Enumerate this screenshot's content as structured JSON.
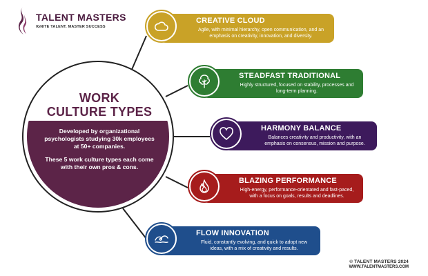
{
  "brand": {
    "name": "TALENT MASTERS",
    "tagline": "IGNITE TALENT. MASTER SUCCESS",
    "name_color": "#4a1a3e",
    "tagline_color": "#2a2a2a"
  },
  "center": {
    "title_line1": "WORK",
    "title_line2": "CULTURE TYPES",
    "paragraph1": "Developed by organizational psychologists studying 30k employees at 50+ companies.",
    "paragraph2": "These 5 work culture types each come with their own pros & cons.",
    "fill_color": "#5c2448",
    "title_color": "#5c2448"
  },
  "cards": [
    {
      "title": "CREATIVE CLOUD",
      "description": "Agile, with minimal hierarchy, open communication, and an emphasis on creativity, innovation, and diversity.",
      "icon": "cloud-icon",
      "color": "#c9a227"
    },
    {
      "title": "STEADFAST TRADITIONAL",
      "description": "Highly structured, focused on stability, processes and long-term planning.",
      "icon": "tree-icon",
      "color": "#2e7d32"
    },
    {
      "title": "HARMONY BALANCE",
      "description": "Balances creativity and productivity, with an emphasis on consensus, mission and purpose.",
      "icon": "heart-icon",
      "color": "#3d1a5c"
    },
    {
      "title": "BLAZING PERFORMANCE",
      "description": "High-energy, performance-orientated and fast-paced, with a focus on goals, results and deadlines.",
      "icon": "flame-icon",
      "color": "#a61c1c"
    },
    {
      "title": "FLOW INNOVATION",
      "description": "Fluid, constantly evolving, and quick to adopt new ideas, with a mix of creativity and results.",
      "icon": "wave-icon",
      "color": "#1f4e8c"
    }
  ],
  "footer": {
    "copyright": "© TALENT MASTERS 2024",
    "url": "WWW.TALENTMASTERS.COM"
  }
}
